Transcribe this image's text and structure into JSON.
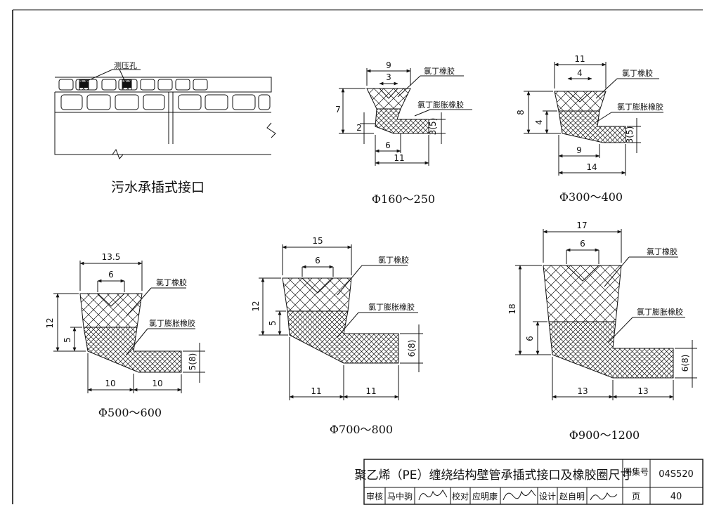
{
  "sewage_caption": "污水承插式接口",
  "pressure_hole_label": "测压孔",
  "material_top": "氯丁橡胶",
  "material_bottom": "氯丁膨胀橡胶",
  "sections": [
    {
      "caption": "Φ160～250",
      "dims": {
        "top": "9",
        "inner": "3",
        "height": "7",
        "lower": "2",
        "bottom_left": "6",
        "bottom_total": "11",
        "tail": "3(5)"
      }
    },
    {
      "caption": "Φ300～400",
      "dims": {
        "top": "11",
        "inner": "4",
        "height": "8",
        "lower": "4",
        "bottom_left": "9",
        "bottom_total": "14",
        "tail": "3(5)"
      }
    },
    {
      "caption": "Φ500～600",
      "dims": {
        "top": "13.5",
        "inner": "6",
        "height": "12",
        "lower": "5",
        "bottom_left": "10",
        "bottom_right": "10",
        "tail": "5(8)"
      }
    },
    {
      "caption": "Φ700～800",
      "dims": {
        "top": "15",
        "inner": "6",
        "height": "12",
        "lower": "5",
        "bottom_left": "11",
        "bottom_right": "11",
        "tail": "6(8)"
      }
    },
    {
      "caption": "Φ900～1200",
      "dims": {
        "top": "17",
        "inner": "6",
        "height": "18",
        "lower": "6",
        "bottom_left": "13",
        "bottom_right": "13",
        "tail": "6(8)"
      }
    }
  ],
  "title_block": {
    "title": "聚乙烯（PE）缠绕结构壁管承插式接口及橡胶圈尺寸",
    "atlas_label": "图集号",
    "atlas_no": "04S520",
    "review_label": "审核",
    "reviewer": "马中驹",
    "check_label": "校对",
    "checker": "应明康",
    "design_label": "设计",
    "designer": "赵自明",
    "page_label": "页",
    "page_no": "40"
  }
}
